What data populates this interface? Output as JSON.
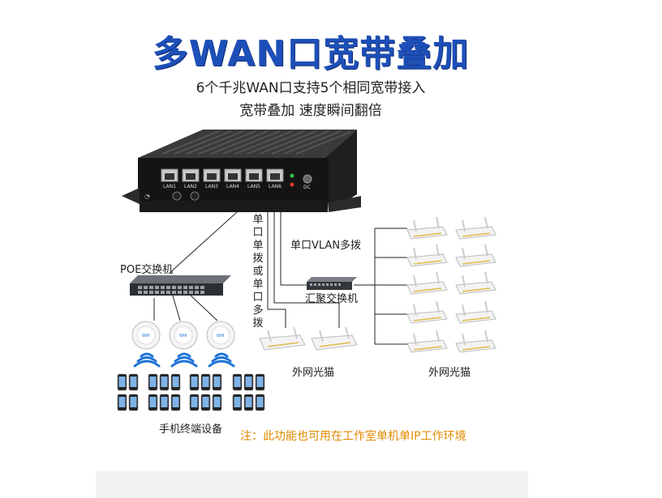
{
  "title": "多WAN口宽带叠加",
  "subtitle_line1": "6个千兆WAN口支持5个相同宽带接入",
  "subtitle_line2": "宽带叠加 速度瞬间翻倍",
  "ports": [
    "LAN1",
    "LAN2",
    "LAN3",
    "LAN4",
    "LAN5",
    "LAN6"
  ],
  "dc_label": "DC",
  "labels": {
    "poe_switch": "POE交换机",
    "single_dial": "单口单拨或单口多拨",
    "vlan_dial": "单口VLAN多拨",
    "agg_switch": "汇聚交换机",
    "modem_left": "外网光猫",
    "modem_right": "外网光猫",
    "phones": "手机终端设备",
    "ap_badge": "Wifi"
  },
  "note": "注：此功能也可用在工作室单机单IP工作环境",
  "colors": {
    "title": "#1d4fb8",
    "note": "#e08a00",
    "wifi": "#1e73d6"
  }
}
